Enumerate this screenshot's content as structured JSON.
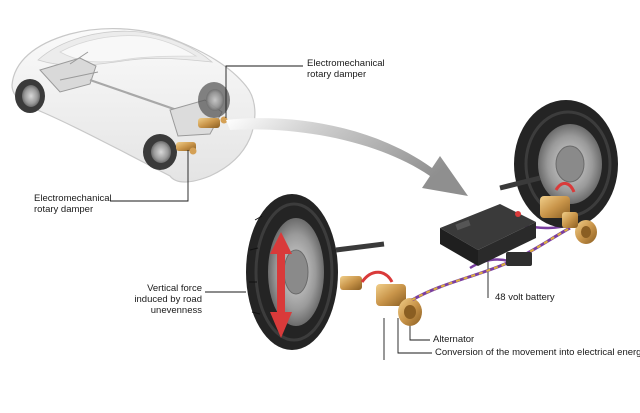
{
  "labels": {
    "damper_top": [
      "Electromechanical",
      "rotary damper"
    ],
    "damper_left": [
      "Electromechanical",
      "rotary damper"
    ],
    "vertical_force": [
      "Vertical force",
      "induced by road",
      "unevenness"
    ],
    "battery": "48 volt battery",
    "alternator": "Alternator",
    "conversion": "Conversion of the movement into electrical energy"
  },
  "colors": {
    "car_body": "#f2f2f2",
    "car_outline": "#c8c8c8",
    "arrow": "#9a9a9a",
    "tire": "#2b2b2b",
    "rim": "#8d8d8d",
    "brass": "#c9954a",
    "force_arrow": "#d93a3a",
    "wire_purple": "#7a3fa0",
    "wire_yellow": "#e0b23a",
    "battery": "#2a2a2a"
  }
}
